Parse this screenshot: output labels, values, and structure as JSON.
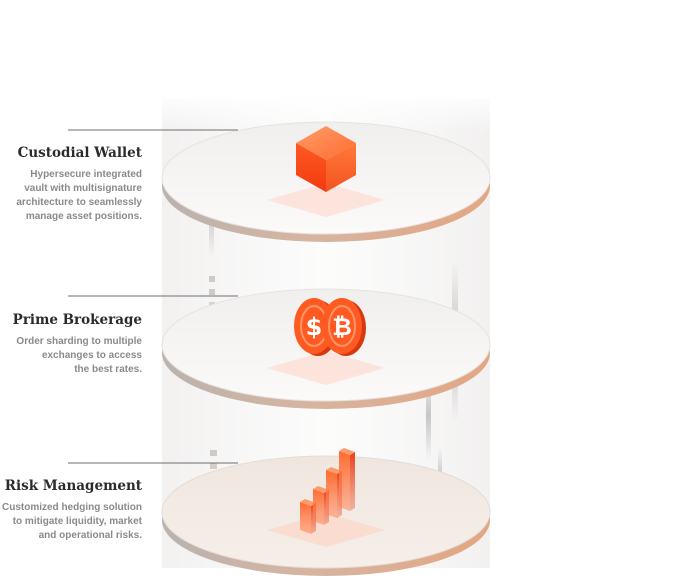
{
  "features": [
    {
      "title": "Custodial Wallet",
      "description_lines": [
        "Hypersecure integrated",
        "vault with multisignature",
        "architecture to seamlessly",
        "manage asset positions."
      ],
      "icon": "cube-icon"
    },
    {
      "title": "Prime Brokerage",
      "description_lines": [
        "Order sharding to multiple",
        "exchanges to access",
        "the best rates."
      ],
      "icon": "coins-icon"
    },
    {
      "title": "Risk Management",
      "description_lines": [
        "Customized hedging solution",
        "to mitigate liquidity, market",
        "and operational risks."
      ],
      "icon": "bar-chart-icon"
    }
  ],
  "coins": {
    "left_symbol": "$",
    "right_symbol": "₿"
  },
  "colors": {
    "accent": "#ff4a1c",
    "accent_light": "#ff8a4c",
    "disc_top": "#f5f3f2",
    "disc_rim": "#e3a682",
    "title": "#2b2b2b",
    "description": "#8a8a8a"
  }
}
